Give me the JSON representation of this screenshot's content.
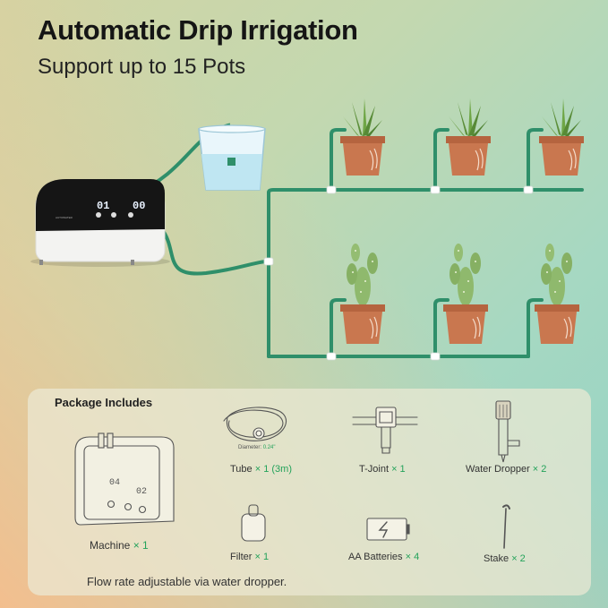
{
  "title": "Automatic Drip Irrigation",
  "subtitle": "Support up to 15 Pots",
  "device": {
    "display_left": "01",
    "display_right": "00"
  },
  "package": {
    "heading": "Package Includes",
    "machine": {
      "name": "Machine",
      "qty": "× 1",
      "display_left": "04",
      "display_right": "02"
    },
    "tube": {
      "name": "Tube",
      "qty": "× 1 (3m)",
      "diameter_label": "Diameter:",
      "diameter_value": "0.24\""
    },
    "tjoint": {
      "name": "T-Joint",
      "qty": "× 1"
    },
    "dropper": {
      "name": "Water Dropper",
      "qty": "× 2"
    },
    "filter": {
      "name": "Filter",
      "qty": "× 1"
    },
    "batteries": {
      "name": "AA Batteries",
      "qty": "× 4"
    },
    "stake": {
      "name": "Stake",
      "qty": "× 2"
    },
    "note": "Flow rate adjustable via water dropper."
  },
  "colors": {
    "tube": "#2f8f6a",
    "pot": "#c9774f",
    "accent": "#23a25a",
    "water": "#bfe6f2"
  }
}
